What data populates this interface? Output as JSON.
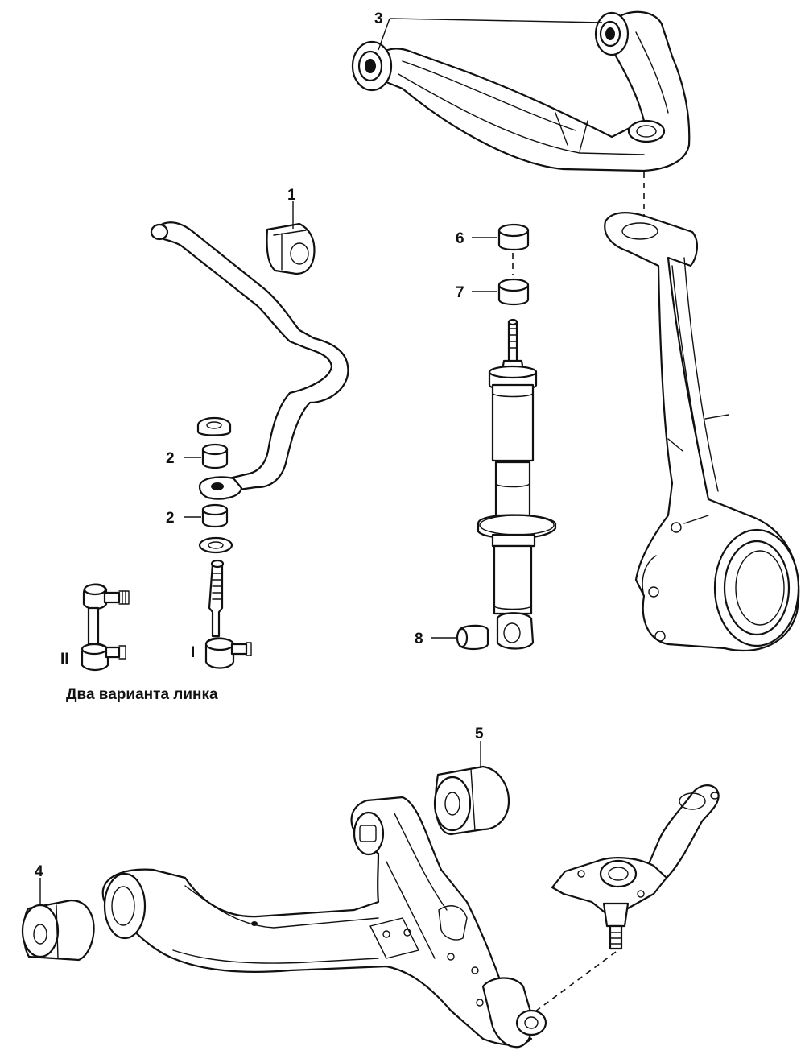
{
  "labels": {
    "p1": "1",
    "p2a": "2",
    "p2b": "2",
    "p3": "3",
    "p4": "4",
    "p5": "5",
    "p6": "6",
    "p7": "7",
    "p8": "8",
    "variant_1": "I",
    "variant_2": "II"
  },
  "caption": "Два варианта линка"
}
